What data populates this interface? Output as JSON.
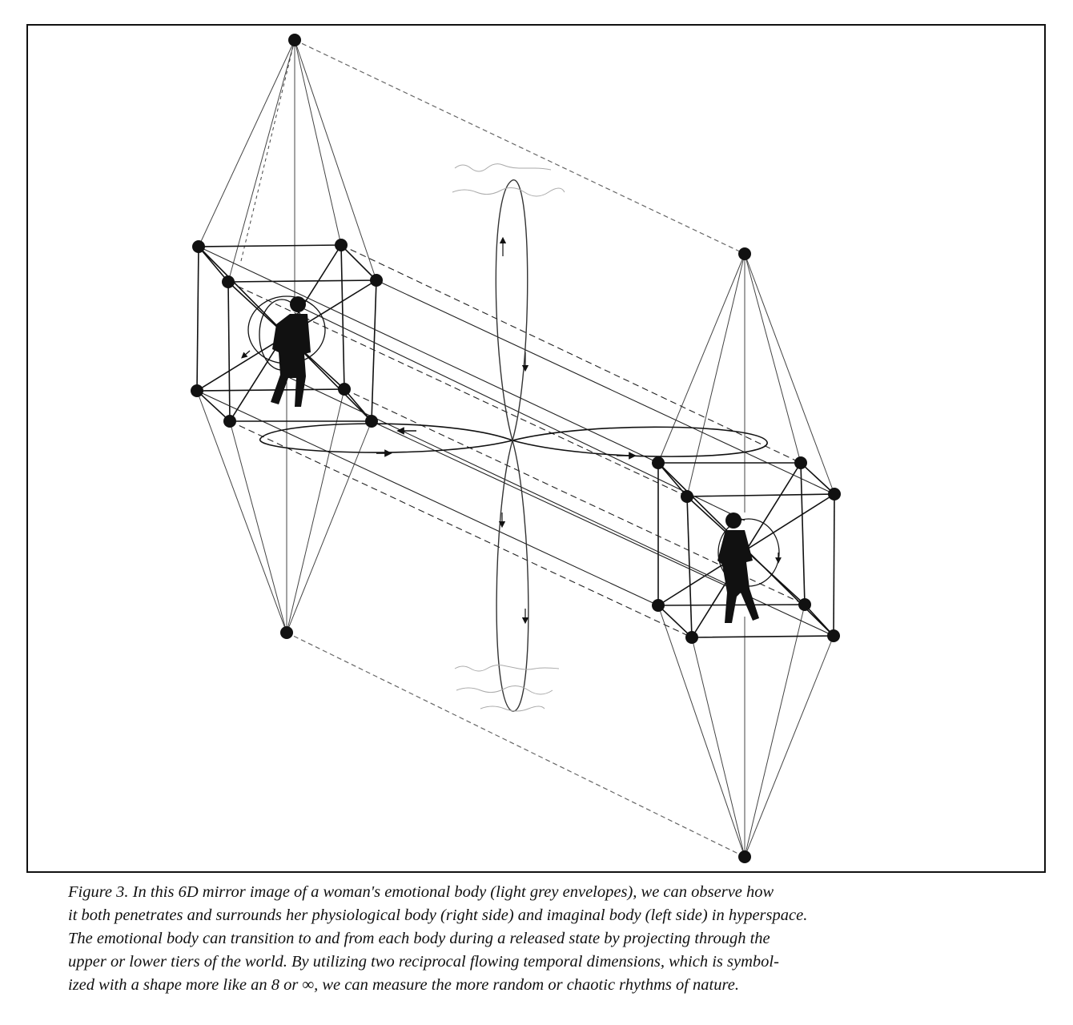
{
  "figure": {
    "caption_lines": [
      "Figure 3.  In this 6D mirror image of a woman's emotional body (light grey envelopes), we can observe how",
      "it both penetrates and surrounds her physiological body (right side) and imaginal body (left side) in hyperspace.",
      "The emotional body can transition to and from each body during a released state by projecting through the",
      "upper or lower tiers of the world. By utilizing two reciprocal flowing temporal dimensions, which is symbol-",
      "ized with a shape more like an 8 or ∞, we can measure the more random or chaotic rhythms of nature."
    ]
  },
  "colors": {
    "ink": "#111111",
    "light_line": "#555555",
    "faint_line": "#9a9a9a"
  }
}
